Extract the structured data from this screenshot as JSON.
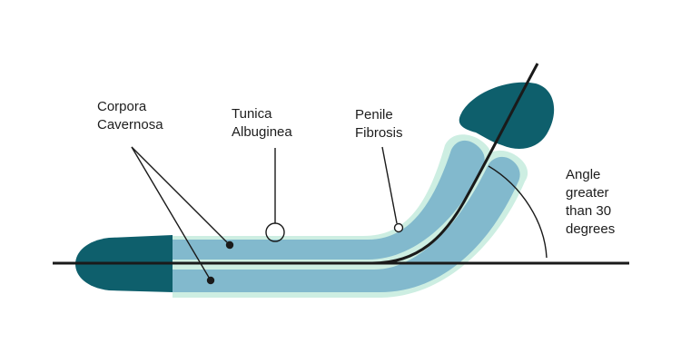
{
  "labels": {
    "corpora_line1": "Corpora",
    "corpora_line2": "Cavernosa",
    "tunica_line1": "Tunica",
    "tunica_line2": "Albuginea",
    "fibrosis_line1": "Penile",
    "fibrosis_line2": "Fibrosis",
    "angle_line1": "Angle",
    "angle_line2": "greater",
    "angle_line3": "than 30",
    "angle_line4": "degrees"
  },
  "colors": {
    "tunica_sheath": "#cdeee2",
    "corpora_fill": "#82b9cd",
    "glans_fill": "#0e5f6c",
    "line": "#1a1a1a"
  }
}
